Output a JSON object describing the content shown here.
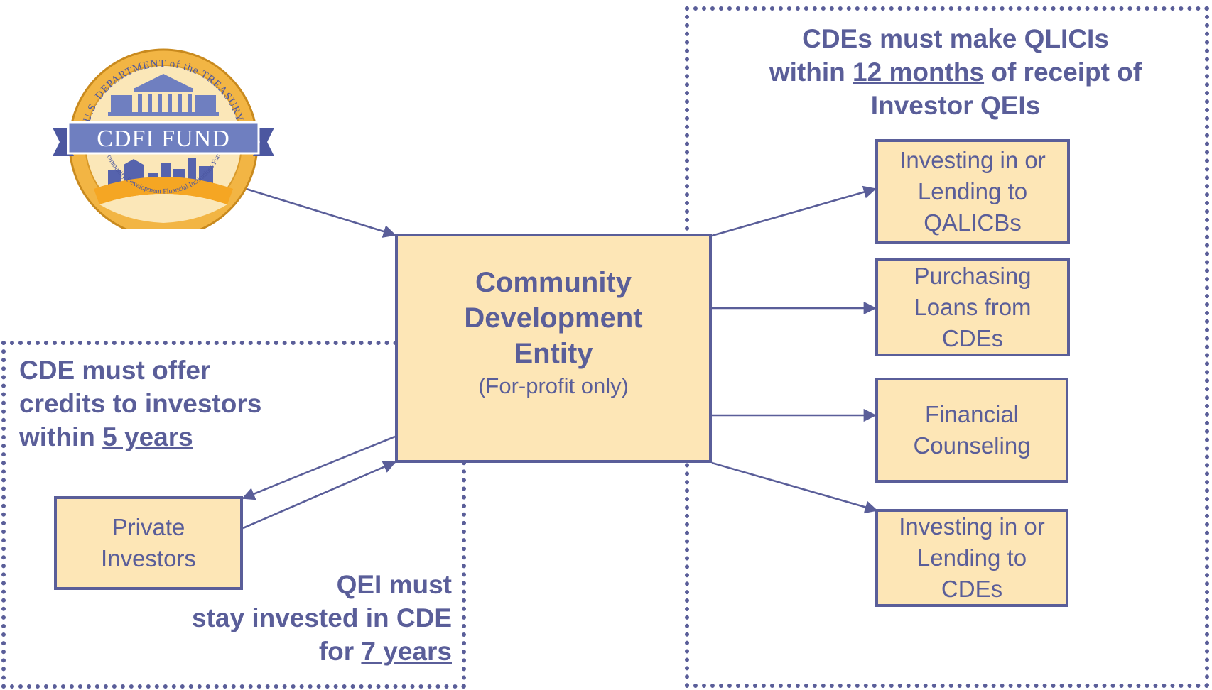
{
  "logo": {
    "seal_text_top": "U.S. DEPARTMENT of the TREASURY",
    "banner_text": "CDFI FUND",
    "seal_text_bottom": "Community Development Financial Institutions Fund"
  },
  "cde": {
    "title_line1": "Community",
    "title_line2": "Development",
    "title_line3": "Entity",
    "subtitle": "(For-profit only)"
  },
  "investors": {
    "line1": "Private",
    "line2": "Investors"
  },
  "offer_note": {
    "line1": "CDE must offer",
    "line2": "credits to investors",
    "line3_prefix": "within ",
    "line3_emphasis": "5 years"
  },
  "stay_note": {
    "line1": "QEI must",
    "line2": "stay invested in CDE",
    "line3_prefix": "for ",
    "line3_emphasis": "7 years"
  },
  "qlici_note": {
    "line1": "CDEs must make QLICIs",
    "line2_prefix": "within ",
    "line2_emphasis": "12 months",
    "line2_suffix": " of receipt of",
    "line3": "Investor QEIs"
  },
  "qlici_options": [
    {
      "line1": "Investing in or",
      "line2": "Lending to",
      "line3": "QALICBs"
    },
    {
      "line1": "Purchasing",
      "line2": "Loans from",
      "line3": "CDEs"
    },
    {
      "line1": "Financial",
      "line2": "Counseling"
    },
    {
      "line1": "Investing in or",
      "line2": "Lending to",
      "line3": "CDEs"
    }
  ],
  "colors": {
    "accent": "#5a5e99",
    "box_fill": "#fde6b6",
    "seal_gold": "#f0b13d",
    "banner_blue": "#6f7fc0"
  }
}
